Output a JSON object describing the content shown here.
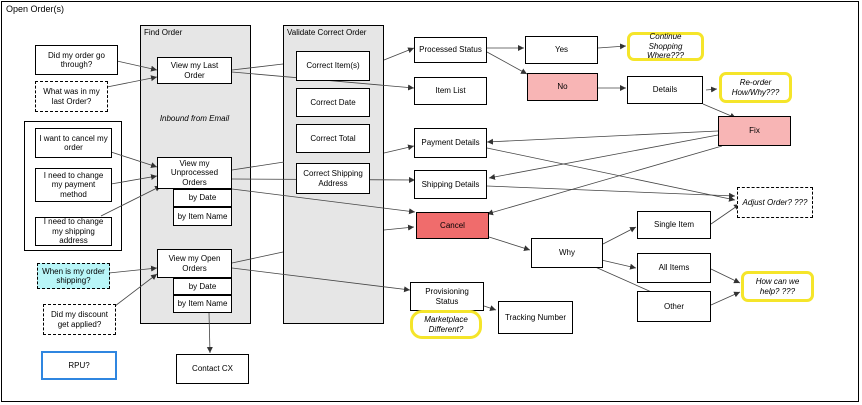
{
  "frame": {
    "title": "Open Order(s)"
  },
  "lanes": {
    "find_order": "Find Order",
    "validate_order": "Validate Correct Order"
  },
  "questions": {
    "order_go_through": "Did my order go through?",
    "last_order": "What was in my last Order?",
    "cancel_order": "I want to cancel my order",
    "change_payment": "I need to change my payment method",
    "change_shipping": "I need to change my shipping address",
    "when_shipping": "When is my order shipping?",
    "discount": "Did my discount get applied?"
  },
  "find": {
    "view_last_order": "View my Last Order",
    "inbound_email": "Inbound from Email",
    "view_unprocessed": "View my Unprocessed Orders",
    "by_date": "by Date",
    "by_item_name": "by Item Name",
    "view_open": "View my Open Orders",
    "by_date_2": "by Date",
    "by_item_name_2": "by Item Name"
  },
  "validate": {
    "correct_items": "Correct Item(s)",
    "correct_date": "Correct Date",
    "correct_total": "Correct Total",
    "correct_shipping": "Correct Shipping Address"
  },
  "flow": {
    "processed_status": "Processed Status",
    "item_list": "Item List",
    "yes": "Yes",
    "no": "No",
    "continue_shopping": "Continue Shopping Where???",
    "details": "Details",
    "reorder": "Re-order How/Why???",
    "fix": "Fix",
    "payment_details": "Payment Details",
    "shipping_details": "Shipping Details",
    "adjust_order": "Adjust Order? ???",
    "cancel": "Cancel",
    "why": "Why",
    "single_item": "Single Item",
    "all_items": "All Items",
    "other": "Other",
    "how_help": "How can we help? ???",
    "provisioning": "Provisioning Status",
    "marketplace": "Marketplace Different?",
    "tracking": "Tracking Number",
    "contact_cx": "Contact CX",
    "rpu": "RPU?"
  },
  "colors": {
    "lane_fill": "#e6e6e6",
    "highlight_yellow": "#f5e52a",
    "no_fill": "#f8b5b5",
    "cancel_fill": "#f06c6c",
    "cyan_fill": "#b8f6f8",
    "rpu_border": "#2f86e0"
  }
}
